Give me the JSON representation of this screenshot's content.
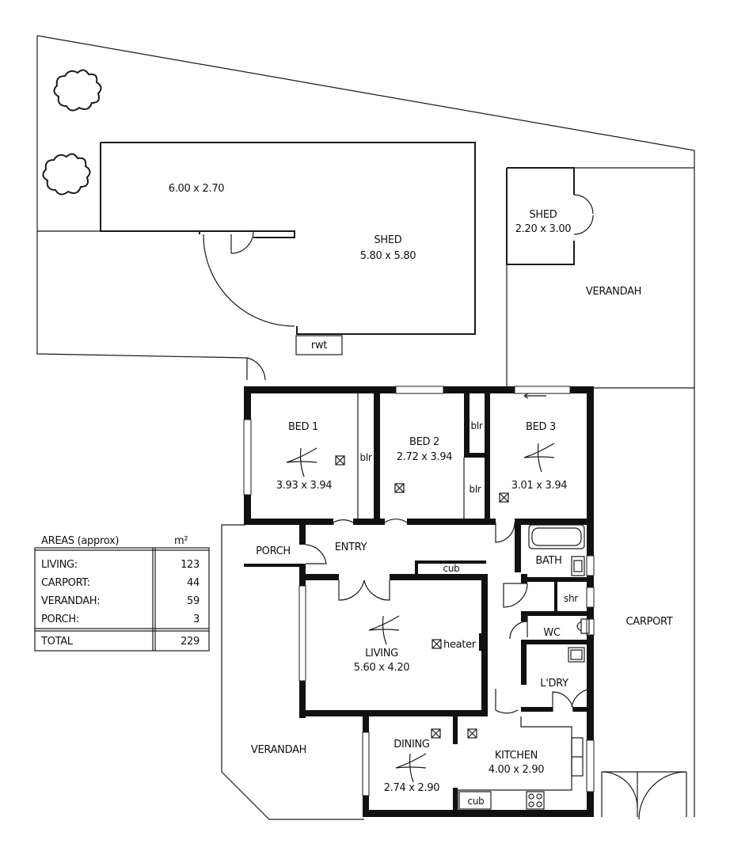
{
  "rooms": {
    "shed_large": {
      "dims_a": "6.00 x 2.70",
      "name": "SHED",
      "dims": "5.80 x 5.80"
    },
    "shed_small": {
      "name": "SHED",
      "dims": "2.20 x 3.00"
    },
    "rwt": "rwt",
    "verandah_top": "VERANDAH",
    "verandah_left": "VERANDAH",
    "carport": "CARPORT",
    "bed1": {
      "name": "BED 1",
      "dims": "3.93 x 3.94"
    },
    "bed2": {
      "name": "BED 2",
      "dims": "2.72 x 3.94"
    },
    "bed3": {
      "name": "BED 3",
      "dims": "3.01 x 3.94"
    },
    "blr_1": "blr",
    "blr_2": "blr",
    "blr_3": "blr",
    "porch": "PORCH",
    "entry": "ENTRY",
    "cub_1": "cub",
    "cub_2": "cub",
    "bath": "BATH",
    "shr": "shr",
    "wc": "WC",
    "living": {
      "name": "LIVING",
      "dims": "5.60 x 4.20"
    },
    "heater": "heater",
    "laundry": "L'DRY",
    "dining": {
      "name": "DINING",
      "dims": "2.74 x 2.90"
    },
    "kitchen": {
      "name": "KITCHEN",
      "dims": "4.00 x 2.90"
    }
  },
  "areas_table": {
    "title": "AREAS (approx)",
    "unit": "m²",
    "rows": [
      {
        "label": "LIVING:",
        "value": "123"
      },
      {
        "label": "CARPORT:",
        "value": "44"
      },
      {
        "label": "VERANDAH:",
        "value": "59"
      },
      {
        "label": "PORCH:",
        "value": "3"
      }
    ],
    "total": {
      "label": "TOTAL",
      "value": "229"
    }
  }
}
